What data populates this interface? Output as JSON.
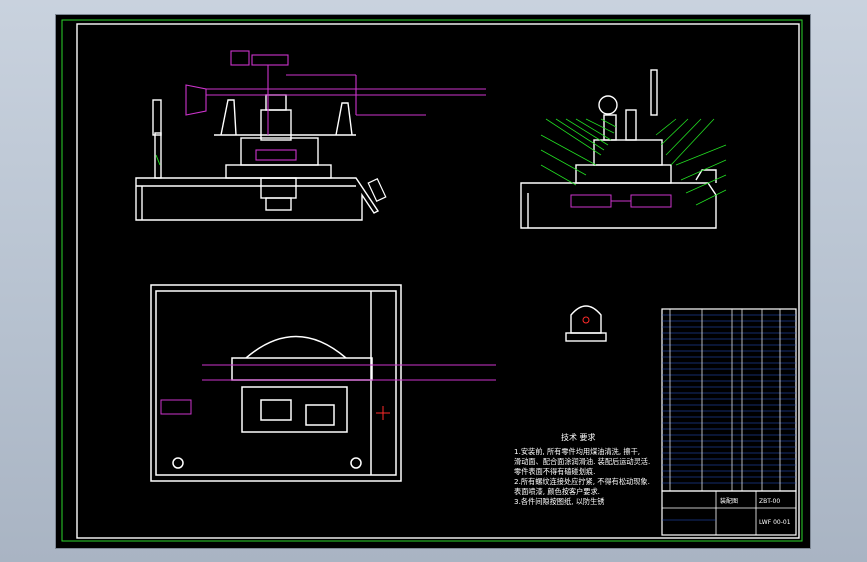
{
  "notes": {
    "title": "技术 要求",
    "lines": [
      "1.安装前, 所有零件均用煤油清洗, 擦干,",
      "  滑动面、配合面涂润滑油. 装配后运动灵活.",
      "  零件表面不得有磕碰划痕.",
      "2.所有螺纹连接处应拧紧, 不得有松动现象.",
      "  表面喷漆, 颜色按客户要求.",
      "3.各件间隙按图纸, 以防生锈"
    ]
  },
  "title_block": {
    "part_name": "装配图",
    "drawing_no": "ZBT-00",
    "school": "LWF 00-01"
  },
  "colors": {
    "sheet_border": "#2bd62b",
    "outline": "#ffffff",
    "hidden": "#cc33cc",
    "leader": "#22dd22",
    "accent": "#ff2a2a",
    "table": "#2a5bd8"
  }
}
